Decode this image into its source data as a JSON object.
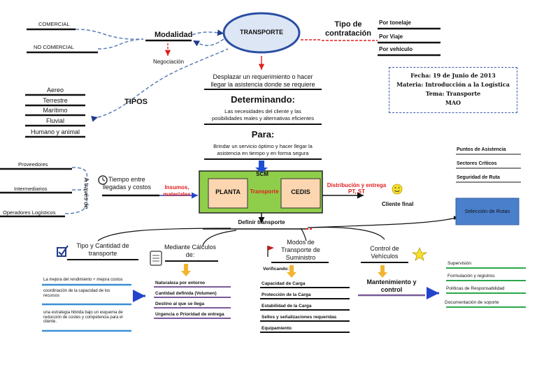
{
  "center": {
    "label": "TRANSPORTE"
  },
  "modalidad": {
    "title": "Modalidad",
    "options": [
      "COMERCIAL",
      "NO COMERCIAL"
    ],
    "negociacion": "Negociación"
  },
  "tipo_contratacion": {
    "title_line1": "Tipo de",
    "title_line2": "contratación",
    "options": [
      "Por tonelaje",
      "Por Viaje",
      "Por vehiculo"
    ]
  },
  "info_box": {
    "fecha": "Fecha: 19 de Junio de 2013",
    "materia": "Materia: Introducción a la Logística",
    "tema": "Tema: Transporte",
    "autor": "MAO"
  },
  "definicion": {
    "line1": "Desplazar un requerimiento o hacer",
    "line2": "llegar la asistencia donde se requiere"
  },
  "determinando": {
    "title": "Determinando:",
    "line1": "Las necesidades del cliente y las",
    "line2": "posibilidades reales y alternativas eficientes"
  },
  "para": {
    "title": "Para:",
    "line1": "Brindar un servicio óptimo y hacer llegar la",
    "line2": "asistencia en tiempo y en forma segura"
  },
  "tipos": {
    "title": "TIPOS",
    "items": [
      "Aereo",
      "Terrestre",
      "Marítimo",
      "Fluvial",
      "Humano y animal"
    ]
  },
  "a_traves": {
    "label": "A través de",
    "items": [
      "Proveedores",
      "Intermediarios",
      "Operadores Logísticos"
    ]
  },
  "tiempo": {
    "line1": "Tiempo entre",
    "line2": "llegadas y costos"
  },
  "insumos": {
    "line1": "Insumos,",
    "line2": "materiales"
  },
  "scm": {
    "title": "SCM",
    "planta": "PLANTA",
    "transporte": "Transporte",
    "cedis": "CEDIS"
  },
  "distribucion": {
    "line1": "Distribución y entrega",
    "line2": "PT, ST"
  },
  "cliente": {
    "label": "Cliente final"
  },
  "rutas": {
    "items": [
      "Puntos de Asistencia",
      "Sectores Críticos",
      "Seguridad de Ruta"
    ],
    "box": "Selección de Rutas"
  },
  "definir": {
    "label": "Definir transporte"
  },
  "tipo_cantidad": {
    "title_line1": "Tipo y Cantidad de",
    "title_line2": "transporte",
    "notes": [
      "La mejora del rendimiento + mejora costos",
      "coordinación de la capacidad de los recursos",
      "una estrategia hibrida bajo un esquema de reducción de costes y competencia para el cliente."
    ]
  },
  "calculos": {
    "title_line1": "Mediante Cálculos",
    "title_line2": "de:",
    "items": [
      "Naturaleza por entorno",
      "Cantidad definida (Volumen)",
      "Destino al que se llega",
      "Urgencia o Prioridad de entrega"
    ]
  },
  "modos": {
    "title_line1": "Modos de",
    "title_line2": "Transporte de",
    "title_line3": "Suministro",
    "verificando": "Verificando:",
    "items": [
      "Capacidad de Carga",
      "Protección de la Carga",
      "Estabilidad de la Carga",
      "Sellos y señalizaciones requeridas",
      "Equipamiento"
    ]
  },
  "control": {
    "title_line1": "Control de",
    "title_line2": "Vehículos",
    "mant_line1": "Mantenimiento y",
    "mant_line2": "control",
    "items": [
      "Supervisión",
      "Formulación y registros",
      "Políticas de Responsabilidad",
      "Documentación de soporte"
    ]
  }
}
